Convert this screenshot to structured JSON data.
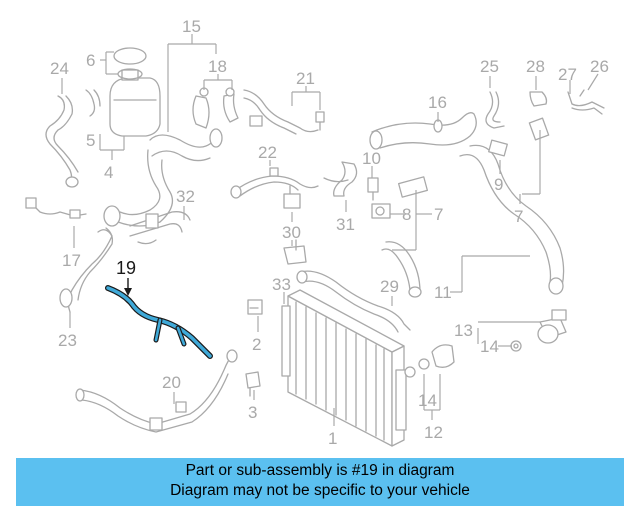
{
  "callouts": {
    "c1": "1",
    "c2": "2",
    "c3": "3",
    "c4": "4",
    "c5": "5",
    "c6": "6",
    "c7a": "7",
    "c7b": "7",
    "c8": "8",
    "c9": "9",
    "c10": "10",
    "c11": "11",
    "c12": "12",
    "c13": "13",
    "c14a": "14",
    "c14b": "14",
    "c15": "15",
    "c16": "16",
    "c17": "17",
    "c18": "18",
    "c19": "19",
    "c20": "20",
    "c21": "21",
    "c22": "22",
    "c23": "23",
    "c24": "24",
    "c25": "25",
    "c26": "26",
    "c27": "27",
    "c28": "28",
    "c29": "29",
    "c30": "30",
    "c31": "31",
    "c32": "32",
    "c33": "33"
  },
  "highlighted_part": "19",
  "colors": {
    "line": "#a9a9a9",
    "highlight_fill": "#3fa9d8",
    "highlight_stroke": "#1a1a1a",
    "banner": "#5bc0f0"
  },
  "banner": {
    "line1": "Part or sub-assembly is #19 in diagram",
    "line2": "Diagram may not be specific to your vehicle"
  }
}
